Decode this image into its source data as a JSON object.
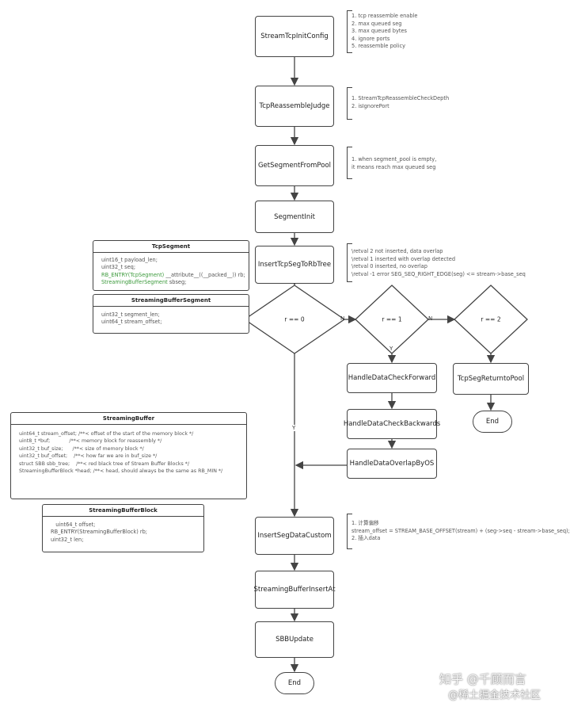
{
  "flow": {
    "init_config": "StreamTcpInitConfig",
    "reassemble_judge": "TcpReassembleJudge",
    "get_segment": "GetSegmentFromPool",
    "segment_init": "SegmentInit",
    "insert_rbtree": "InsertTcpSegToRbTree",
    "decision_r0": "r == 0",
    "decision_r1": "r == 1",
    "decision_r2": "r == 2",
    "n_label": "N",
    "y_label": "Y",
    "check_forward": "HandleDataCheckForward",
    "check_backwards": "HandleDataCheckBackwards",
    "overlap_os": "HandleDataOverlapByOS",
    "return_pool": "TcpSegReturntoPool",
    "end": "End",
    "insert_custom": "InsertSegDataCustom",
    "insert_at": "StreamingBufferInsertAt",
    "sbb_update": "SBBUpdate"
  },
  "notes": {
    "init_config": [
      "1. tcp reassemble enable",
      "2. max queued seg",
      "3. max queued bytes",
      "4. ignore ports",
      "5. reassemble policy"
    ],
    "judge": [
      "1. StreamTcpReassembleCheckDepth",
      "2.  isIgnorePort"
    ],
    "pool": [
      "1. when segment_pool is empty,",
      "it means reach max queued seg"
    ],
    "rbtree": [
      "\\retval 2 not inserted, data overlap",
      "\\retval 1 inserted with overlap detected",
      "\\retval 0 inserted, no overlap",
      "\\retval -1 error SEG_SEQ_RIGHT_EDGE(seg) <= stream->base_seq"
    ],
    "custom": [
      "1. 计算偏移",
      "stream_offset = STREAM_BASE_OFFSET(stream) + (seg->seq - stream->base_seq);",
      "2. 插入data"
    ]
  },
  "structs": {
    "tcp_segment": {
      "title": "TcpSegment",
      "lines": [
        "uint16_t payload_len;",
        "uint32_t seq;",
        "RB_ENTRY(TcpSegment)",
        "__attribute__((__packed__)) rb;",
        "StreamingBufferSegment",
        "sbseg;"
      ]
    },
    "sb_segment": {
      "title": "StreamingBufferSegment",
      "lines": [
        "uint32_t segment_len;",
        "uint64_t stream_offset;"
      ]
    },
    "streaming_buffer": {
      "title": "StreamingBuffer",
      "lines": [
        "uint64_t stream_offset; /**< offset of the start of the memory block */",
        "",
        "uint8_t *buf;            /**< memory block for reassembly */",
        "uint32_t buf_size;      /**< size of memory block */",
        "uint32_t buf_offset;    /**< how far we are in buf_size */",
        "",
        "struct SBB sbb_tree;    /**< red black tree of Stream Buffer Blocks */",
        "StreamingBufferBlock *head; /**< head, should always be the same as RB_MIN */"
      ]
    },
    "sb_block": {
      "title": "StreamingBufferBlock",
      "lines": [
        "   uint64_t offset;",
        "RB_ENTRY(StreamingBufferBlock) rb;",
        "uint32_t len;"
      ]
    }
  },
  "watermark": {
    "line1": "知乎 @千顾而言",
    "line2": "@稀土掘金技术社区"
  },
  "colors": {
    "line": "#444444",
    "highlight_type": "#3c9a3c"
  }
}
